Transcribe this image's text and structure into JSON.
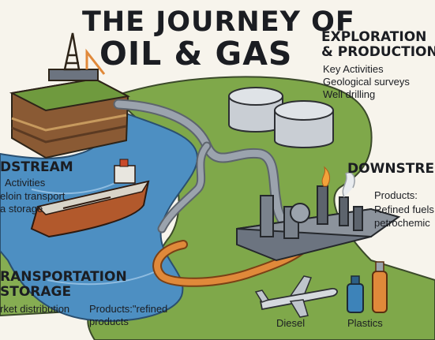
{
  "title": {
    "line1": "THE JOURNEY OF",
    "line2": "OIL & GAS"
  },
  "exploration": {
    "heading_line1": "EXPLORATION",
    "heading_line2": "& PRODUCTION",
    "item1": "Key Activities",
    "item2": "Geological surveys",
    "item3": "Well drilling"
  },
  "midstream": {
    "heading": "DSTREAM",
    "item1": "Activities",
    "item2": "eloin transport",
    "item3": "a storage"
  },
  "downstream": {
    "heading": "DOWNSTRE",
    "products_label": "Products:",
    "item1": "Refined fuels",
    "item2": "petrochemic"
  },
  "transportation": {
    "heading_line1": "RANSPORTATION",
    "heading_line2": "STORAGE",
    "item1": "rket distribution"
  },
  "products": {
    "line1": "Products:\"refined",
    "line2": "products"
  },
  "labels": {
    "diesel": "Diesel",
    "plastics": "Plastics"
  },
  "colors": {
    "background": "#f7f4ec",
    "land": "#7fa84a",
    "water": "#4d8fc2",
    "pipe": "#9ba3ad",
    "orange_pipe": "#e0893a",
    "ship_hull": "#b2592c",
    "ink": "#1b1d22"
  }
}
